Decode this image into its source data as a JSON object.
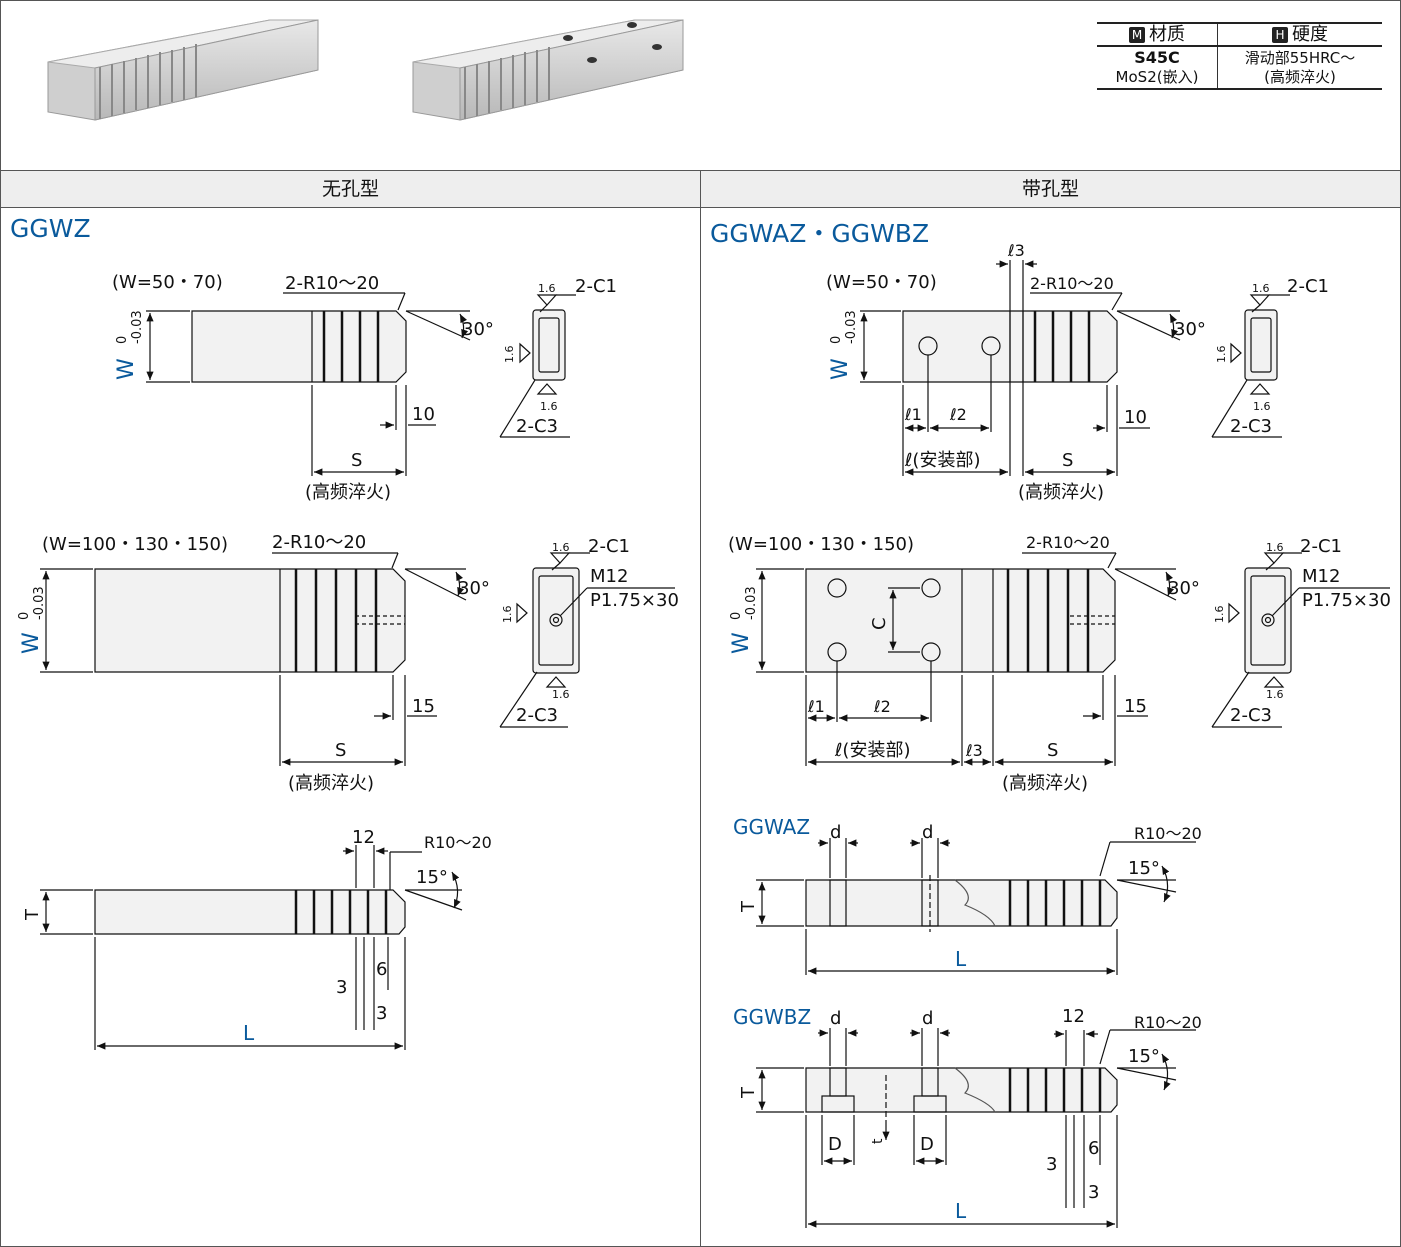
{
  "materials_table": {
    "material_badge": "M",
    "material_header": "材质",
    "hardness_badge": "H",
    "hardness_header": "硬度",
    "material_value": "S45C",
    "material_sub": "MoS2(嵌入)",
    "hardness_value": "滑动部55HRC～",
    "hardness_sub": "(高频淬火)"
  },
  "sections": {
    "left_header": "无孔型",
    "right_header": "带孔型",
    "left_title": "GGWZ",
    "right_title": "GGWAZ・GGWBZ"
  },
  "labels": {
    "w_small": "(W=50・70)",
    "w_large": "(W=100・130・150)",
    "r_note": "2-R10～20",
    "angle30": "30°",
    "angle15": "15°",
    "width_w": "W",
    "tol": "0",
    "tol2": "-0.03",
    "s": "S",
    "hardening": "(高频淬火)",
    "d10": "10",
    "d15": "15",
    "d12": "12",
    "d6": "6",
    "d3": "3",
    "t": "T",
    "l": "L",
    "c1": "2-C1",
    "c3": "2-C3",
    "rough": "1.6",
    "m12": "M12",
    "pitch": "P1.75×30",
    "r1020": "R10～20",
    "l1": "ℓ1",
    "l2": "ℓ2",
    "l3": "ℓ3",
    "l_mount": "ℓ(安装部)",
    "c": "C",
    "ggwaz": "GGWAZ",
    "ggwbz": "GGWBZ",
    "d": "d",
    "D": "D",
    "tt": "t"
  },
  "colors": {
    "accent": "#0a5a9c",
    "line": "#111111",
    "fill": "#f2f2f2"
  }
}
